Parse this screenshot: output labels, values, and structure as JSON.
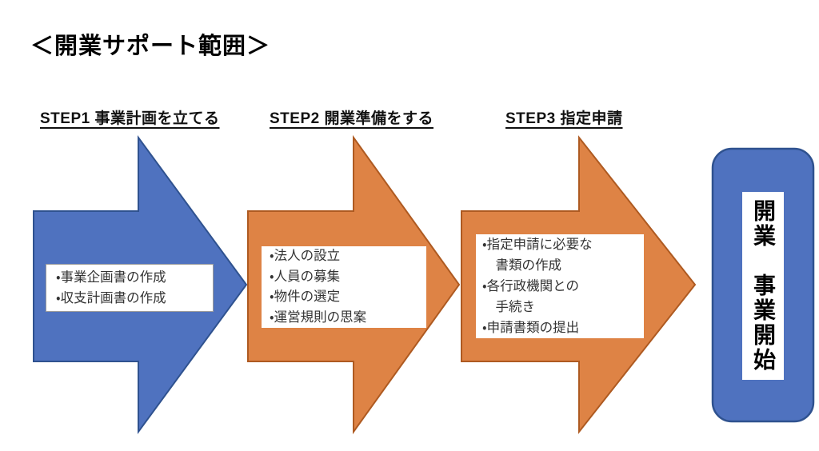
{
  "title": "＜開業サポート範囲＞",
  "colors": {
    "blue_fill": "#4F72BF",
    "blue_stroke": "#2F528F",
    "orange_fill": "#DE8345",
    "orange_stroke": "#AE5A21"
  },
  "steps": [
    {
      "heading": "STEP1 事業計画を立てる",
      "items": [
        "・事業企画書の作成",
        "・収支計画書の作成"
      ]
    },
    {
      "heading": "STEP2 開業準備をする",
      "items": [
        "・法人の設立",
        "・人員の募集",
        "・物件の選定",
        "・運営規則の思案"
      ]
    },
    {
      "heading": "STEP3 指定申請",
      "items": [
        "・指定申請に必要な",
        "　書類の作成",
        "・各行政機関との",
        "　手続き",
        "・申請書類の提出"
      ]
    }
  ],
  "goal": {
    "label": "開業　事業開始"
  }
}
